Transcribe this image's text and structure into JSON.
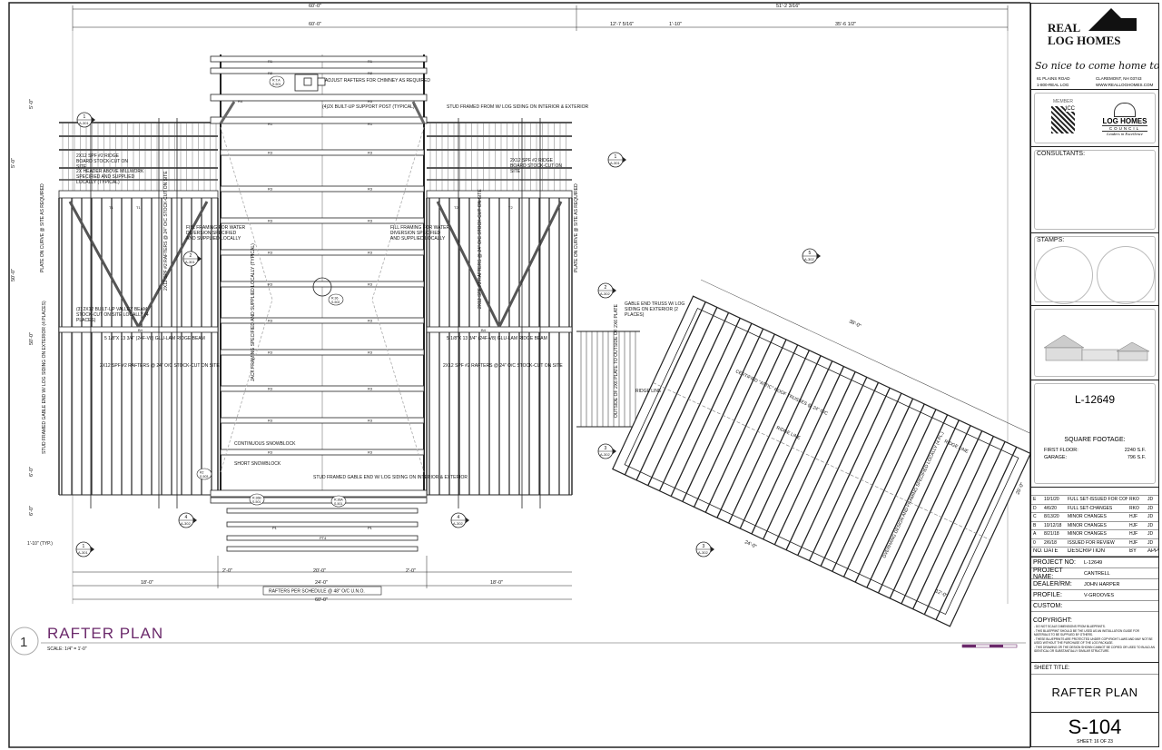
{
  "drawing": {
    "title": "RAFTER PLAN",
    "number": "1",
    "scale": "SCALE: 1/4\" = 1'-0\"",
    "dims_top": [
      "60'-0\"",
      "51'-2 3/16\"",
      "60'-0\"",
      "12'-7 5/16\"",
      "1'-10\"",
      "35'-6 1/2\""
    ],
    "dims_bottom": [
      "2'-0\"",
      "20'-0\"",
      "2'-0\"",
      "18'-0\"",
      "24'-0\"",
      "18'-0\"",
      "60'-0\"",
      "RAFTERS PER SCHEDULE @ 48\" O/C U.N.O."
    ],
    "dims_left": [
      "5'-0\"",
      "5'-0\"",
      "50'-0\"",
      "50'-0\"",
      "6'-0\"",
      "6'-0\"",
      "1'-10\" (TYP.)"
    ],
    "dims_garage": [
      "38'-0\"",
      "26'-0\"",
      "12'-0\"",
      "24'-0\""
    ],
    "notes": {
      "chimney": "ADJUST RAFTERS FOR CHIMNEY AS REQUIRED",
      "post": "(4)2X BUILT-UP SUPPORT POST (TYPICAL)",
      "stud_framed_top": "STUD FRAMED FROM W/ LOG SIDING ON INTERIOR & EXTERIOR",
      "ridge_board_l": "2X12 SPF #2 RIDGE BOARD STOCK-CUT ON SITE",
      "ridge_board_r": "2X12 SPF #2 RIDGE BOARD STOCK-CUT ON SITE",
      "header": "2X HEADER ABOVE MILLWORK SPECIFIED AND SUPPLIED LOCALLY (TYPICAL)",
      "fill_l": "FILL FRAMING FOR WATER DIVERSION SPECIFIED AND SUPPLIED LOCALLY",
      "fill_r": "FILL FRAMING FOR WATER DIVERSION SPECIFIED AND SUPPLIED LOCALLY",
      "valley": "(3) 2X12 BUILT-UP VALLEY BEAM STOCK-CUT ON SITE LOCALLY (4 PLACES)",
      "glulam_l": "5 1/8\"X 13 3/4\" (24F-V8) GLU-LAM RIDGE BEAM",
      "glulam_r": "5 1/8\"X 13 3/4\" (24F-V8) GLU-LAM RIDGE BEAM",
      "rafters_l": "2X12 SPF #2 RAFTERS @ 24\" O/C STOCK-CUT ON SITE",
      "rafters_r": "2X12 SPF #2 RAFTERS @ 24\" O/C STOCK-CUT ON SITE",
      "rafters_vert_l": "2X12 SPF #2 RAFTERS @ 24\" O/C STOCK-CUT ON SITE",
      "rafters_vert_r": "2X12 SPF #2 RAFTERS @ 24\" O/C STOCK-CUT ON SITE",
      "jack": "JACK FRAMING SPECIFIED AND SUPPLIED LOCALLY (TYPICAL)",
      "plate_l": "PLATE ON CURVE @ SITE AS REQUIRED",
      "plate_r": "PLATE ON CURVE @ SITE AS REQUIRED",
      "gable_l": "STUD FRAMED GABLE END W/ LOG SIDING ON EXTERIOR (4 PLACES)",
      "gable_truss": "GABLE END TRUSS W/ LOG SIDING ON EXTERIOR (2 PLACES)",
      "attic": "CERTIFIED \"ATTIC\" ROOF TRUSSES @ 24\" O/C",
      "ridge_line_1": "RIDGE LINE",
      "ridge_line_2": "RIDGE LINE",
      "ridge_line_3": "RIDGE LINE",
      "cont_snow": "CONTINUOUS SNOWBLOCK",
      "short_snow": "SHORT SNOWBLOCK",
      "stud_gable_bottom": "STUD FRAMED GABLE END W/ LOG SIDING ON INTERIOR & EXTERIOR",
      "plate_outside": "OUTSIDE OF 2X6 PLATE TO OUTSIDE OF 2X6 PLATE",
      "overhang": "OVERHANG DESIGN AND FRAMING SPECIFIED LOCALLY (4 PL.)"
    },
    "markers": [
      {
        "num": "1",
        "sheet": "A-301"
      },
      {
        "num": "2",
        "sheet": "A-301"
      },
      {
        "num": "1",
        "sheet": "A-301"
      },
      {
        "num": "2",
        "sheet": "A-302"
      },
      {
        "num": "3",
        "sheet": "A-302"
      },
      {
        "num": "4",
        "sheet": "A-302"
      },
      {
        "num": "4",
        "sheet": "A-302"
      },
      {
        "num": "3",
        "sheet": "A-302"
      },
      {
        "num": "5",
        "sheet": "A-302"
      },
      {
        "num": "1",
        "sheet": "A-301"
      }
    ],
    "members": [
      "R1",
      "R2",
      "R3",
      "R4",
      "R5",
      "T1",
      "T2",
      "B4",
      "P1",
      "PT4"
    ],
    "details": [
      "R.T.A",
      "S-501",
      "R.36",
      "S-502",
      "R2",
      "S-503",
      "R.36B",
      "S-501",
      "R.36A",
      "S-501"
    ]
  },
  "title_block": {
    "company": {
      "name_line1": "REAL",
      "name_line2": "LOG HOMES",
      "tagline": "So nice to come home to",
      "address": "61 PLAINS ROAD",
      "city": "CLAREMONT, NH 03743",
      "phone": "1-800-REAL LOG",
      "web": "WWW.REALLOGHOMES.COM"
    },
    "member": {
      "label": "MEMBER",
      "org1": "ICC",
      "org2": "LOG HOMES",
      "org2_sub": "COUNCIL",
      "org2_tag": "Leaders in Excellence"
    },
    "consultants_label": "CONSULTANTS:",
    "stamps_label": "STAMPS:",
    "plan_number": "L-12649",
    "square_footage": {
      "label": "SQUARE FOOTAGE:",
      "rows": [
        {
          "name": "FIRST FLOOR:",
          "value": "2240 S.F."
        },
        {
          "name": "GARAGE:",
          "value": "796 S.F."
        }
      ]
    },
    "revisions": {
      "header": {
        "no": "NO.",
        "date": "DATE",
        "desc": "DESCRIPTION",
        "by": "BY",
        "app": "APP"
      },
      "rows": [
        {
          "no": "E",
          "date": "10/1/20",
          "desc": "FULL SET-ISSUED FOR CONST.",
          "by": "RKO",
          "app": "JD"
        },
        {
          "no": "D",
          "date": "4/6/20",
          "desc": "FULL SET-CHANGES",
          "by": "RKO",
          "app": "JD"
        },
        {
          "no": "C",
          "date": "8/13/20",
          "desc": "MINOR CHANGES",
          "by": "HJF",
          "app": "JD"
        },
        {
          "no": "B",
          "date": "10/12/18",
          "desc": "MINOR CHANGES",
          "by": "HJF",
          "app": "JD"
        },
        {
          "no": "A",
          "date": "8/21/18",
          "desc": "MINOR CHANGES",
          "by": "HJF",
          "app": "JD"
        },
        {
          "no": "0",
          "date": "2/6/18",
          "desc": "ISSUED FOR REVIEW",
          "by": "HJF",
          "app": "JD"
        }
      ]
    },
    "project": [
      {
        "label": "PROJECT NO:",
        "value": "L-12649"
      },
      {
        "label": "PROJECT NAME:",
        "value": "CANTRELL"
      },
      {
        "label": "DEALER/RM:",
        "value": "JOHN HARPER"
      },
      {
        "label": "PROFILE:",
        "value": "V-GROOVES"
      },
      {
        "label": "CUSTOM:",
        "value": ""
      }
    ],
    "copyright": {
      "label": "COPYRIGHT:",
      "lines": [
        "- DO NOT SCALE DIMENSIONS FROM BLUEPRINTS.",
        "- THIS BLUEPRINT SHOULD BE THE USED AS AN INSTALLATION GUIDE FOR MATERIALS TO BE SUPPLIED BY OTHERS.",
        "- THESE BLUEPRINTS ARE PROTECTED UNDER COPYRIGHT LAWS AND MAY NOT BE USED WITHOUT THE PURCHASE OF THE LOG PACKAGE.",
        "- THIS DRAWING OR THE DESIGN SHOWN CANNOT BE COPIED OR USED TO BUILD AN IDENTICAL OR SUBSTANTIALLY SIMILAR STRUCTURE."
      ]
    },
    "sheet_title_label": "SHEET TITLE:",
    "sheet_title": "RAFTER PLAN",
    "sheet_number": "S-104",
    "sheet_of": {
      "label": "SHEET:",
      "current": "16",
      "of": "OF",
      "total": "23"
    }
  },
  "colors": {
    "title": "#6b2a6b",
    "line": "#222222",
    "hatch": "#999999"
  }
}
